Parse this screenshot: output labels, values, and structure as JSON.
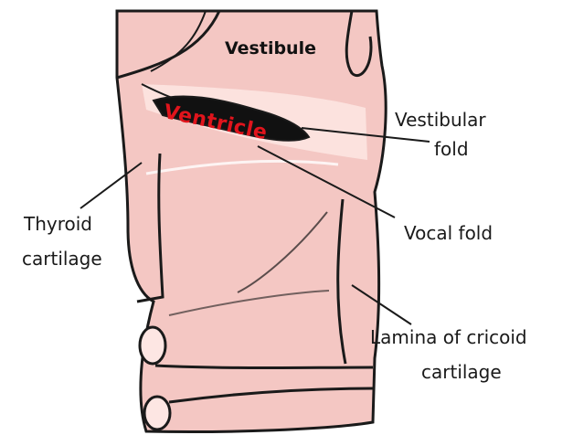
{
  "colors": {
    "tissue_fill": "#f4c7c3",
    "tissue_light": "#fde6e3",
    "outline": "#1a1a1a",
    "ventricle_fill": "#111111",
    "ventricle_text": "#e0141c",
    "leader_line": "#1a1a1a"
  },
  "labels": {
    "vestibule": "Vestibule",
    "ventricle": "Ventricle",
    "vestibular_fold_line1": "Vestibular",
    "vestibular_fold_line2": "fold",
    "thyroid_cartilage_line1": "Thyroid",
    "thyroid_cartilage_line2": "cartilage",
    "vocal_fold": "Vocal fold",
    "lamina_cricoid_line1": "Lamina of cricoid",
    "lamina_cricoid_line2": "cartilage"
  }
}
